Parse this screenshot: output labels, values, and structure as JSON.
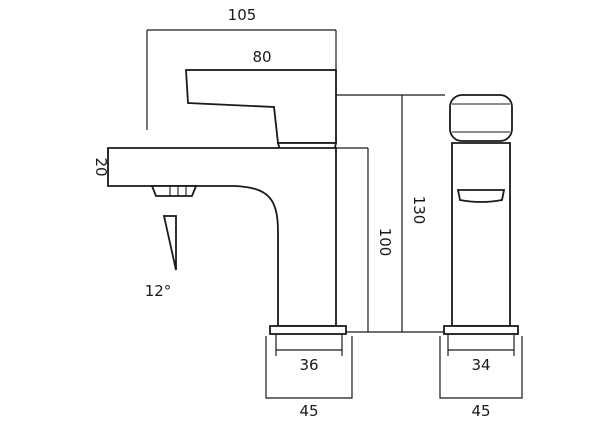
{
  "dimensions": {
    "overall_width": "105",
    "lever_length": "80",
    "overall_height": "130",
    "spout_height": "100",
    "spout_thickness": "20",
    "aerator_angle": "12°",
    "base_inner_front": "36",
    "base_outer_front": "45",
    "base_inner_side": "34",
    "base_outer_side": "45"
  }
}
